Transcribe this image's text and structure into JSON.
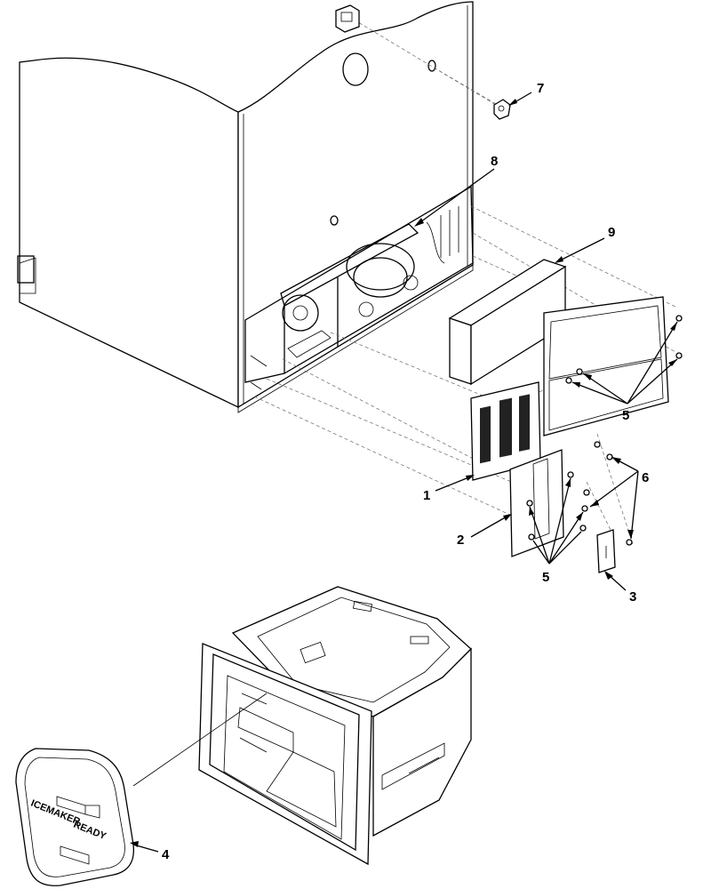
{
  "callouts": [
    {
      "id": "1",
      "label": "1"
    },
    {
      "id": "2",
      "label": "2"
    },
    {
      "id": "3",
      "label": "3"
    },
    {
      "id": "4",
      "label": "4"
    },
    {
      "id": "5a",
      "label": "5"
    },
    {
      "id": "5b",
      "label": "5"
    },
    {
      "id": "6",
      "label": "6"
    },
    {
      "id": "7",
      "label": "7"
    },
    {
      "id": "8",
      "label": "8"
    },
    {
      "id": "9",
      "label": "9"
    }
  ],
  "icemaker_cover": {
    "line1": "ICEMAKER",
    "line2": "READY"
  }
}
